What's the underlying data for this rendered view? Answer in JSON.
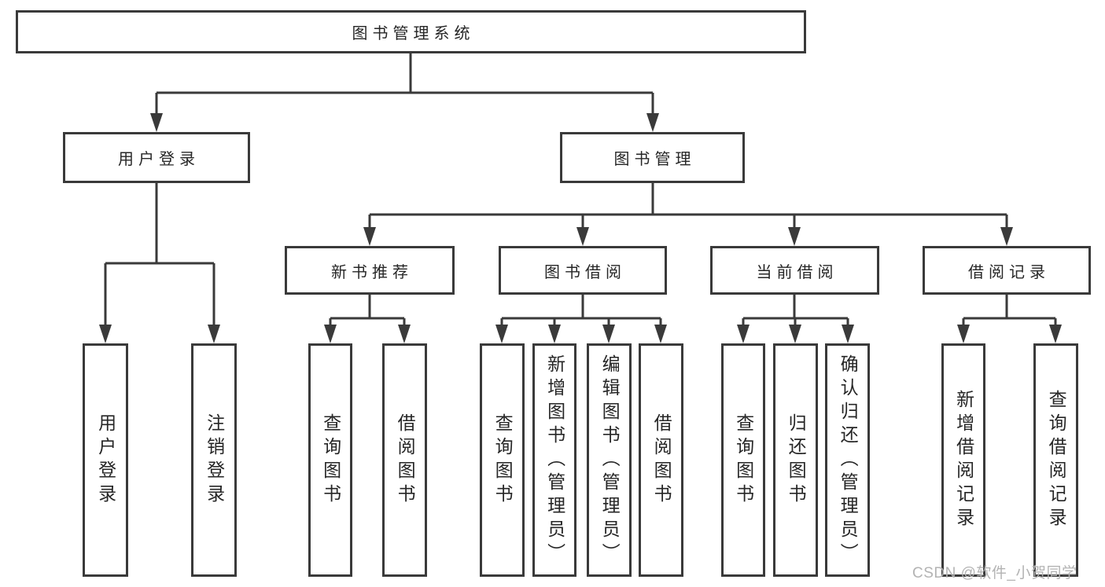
{
  "diagram": {
    "root_label": "图书管理系统",
    "branches": [
      {
        "label": "用户登录",
        "children": [
          {
            "label": "用户登录"
          },
          {
            "label": "注销登录"
          }
        ]
      },
      {
        "label": "图书管理",
        "children": [
          {
            "label": "新书推荐",
            "children": [
              {
                "label": "查询图书"
              },
              {
                "label": "借阅图书"
              }
            ]
          },
          {
            "label": "图书借阅",
            "children": [
              {
                "label": "查询图书"
              },
              {
                "label": "新增图书（管理员）"
              },
              {
                "label": "编辑图书（管理员）"
              },
              {
                "label": "借阅图书"
              }
            ]
          },
          {
            "label": "当前借阅",
            "children": [
              {
                "label": "查询图书"
              },
              {
                "label": "归还图书"
              },
              {
                "label": "确认归还（管理员）"
              }
            ]
          },
          {
            "label": "借阅记录",
            "children": [
              {
                "label": "新增借阅记录"
              },
              {
                "label": "查询借阅记录"
              }
            ]
          }
        ]
      }
    ]
  },
  "watermark": {
    "text": "CSDN @软件_小贺同学"
  },
  "colors": {
    "line": "#3a3a3a",
    "text": "#262626",
    "watermark": "#b3b3b3",
    "background": "#ffffff"
  }
}
